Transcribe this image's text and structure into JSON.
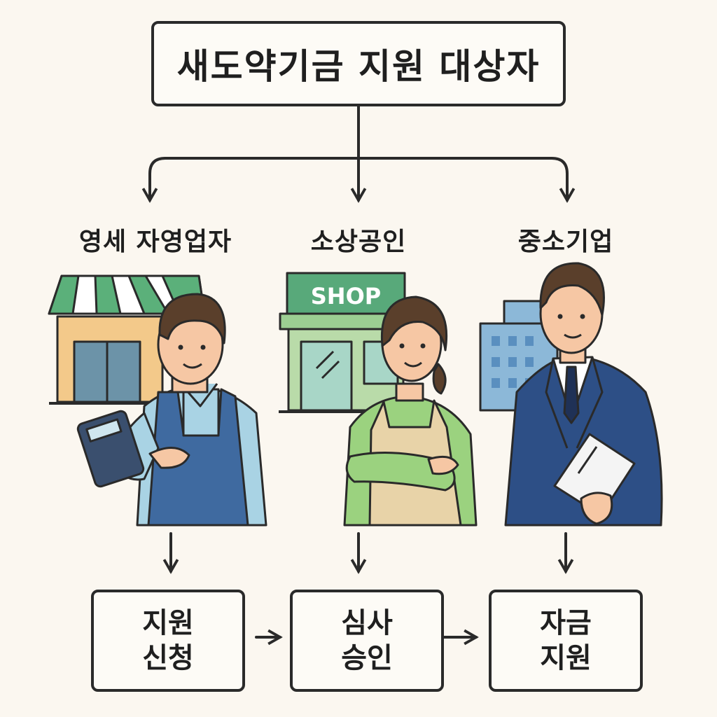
{
  "title": "새도약기금 지원 대상자",
  "categories": [
    {
      "label": "영세 자영업자"
    },
    {
      "label": "소상공인",
      "sign_text": "SHOP"
    },
    {
      "label": "중소기업"
    }
  ],
  "steps": [
    {
      "line1": "지원",
      "line2": "신청"
    },
    {
      "line1": "심사",
      "line2": "승인"
    },
    {
      "line1": "자금",
      "line2": "지원"
    }
  ],
  "colors": {
    "background": "#fbf7f0",
    "line": "#2a2a2a",
    "awning_green": "#5bb07a",
    "store_wall": "#f3c98a",
    "shop_sign": "#58a97a",
    "shop_wall": "#b9dba9",
    "building": "#8cb8d8",
    "apron_blue": "#3f6aa0",
    "shirt_light_blue": "#a9d3e4",
    "shirt_green": "#9bd27f",
    "apron_beige": "#e8d3a8",
    "suit_navy": "#2d4f86",
    "hair_brown": "#5a3f2b",
    "skin": "#f6c7a4"
  },
  "icons": [
    "store-awning-icon",
    "calculator-icon",
    "shop-storefront-icon",
    "office-building-icon",
    "document-icon"
  ]
}
